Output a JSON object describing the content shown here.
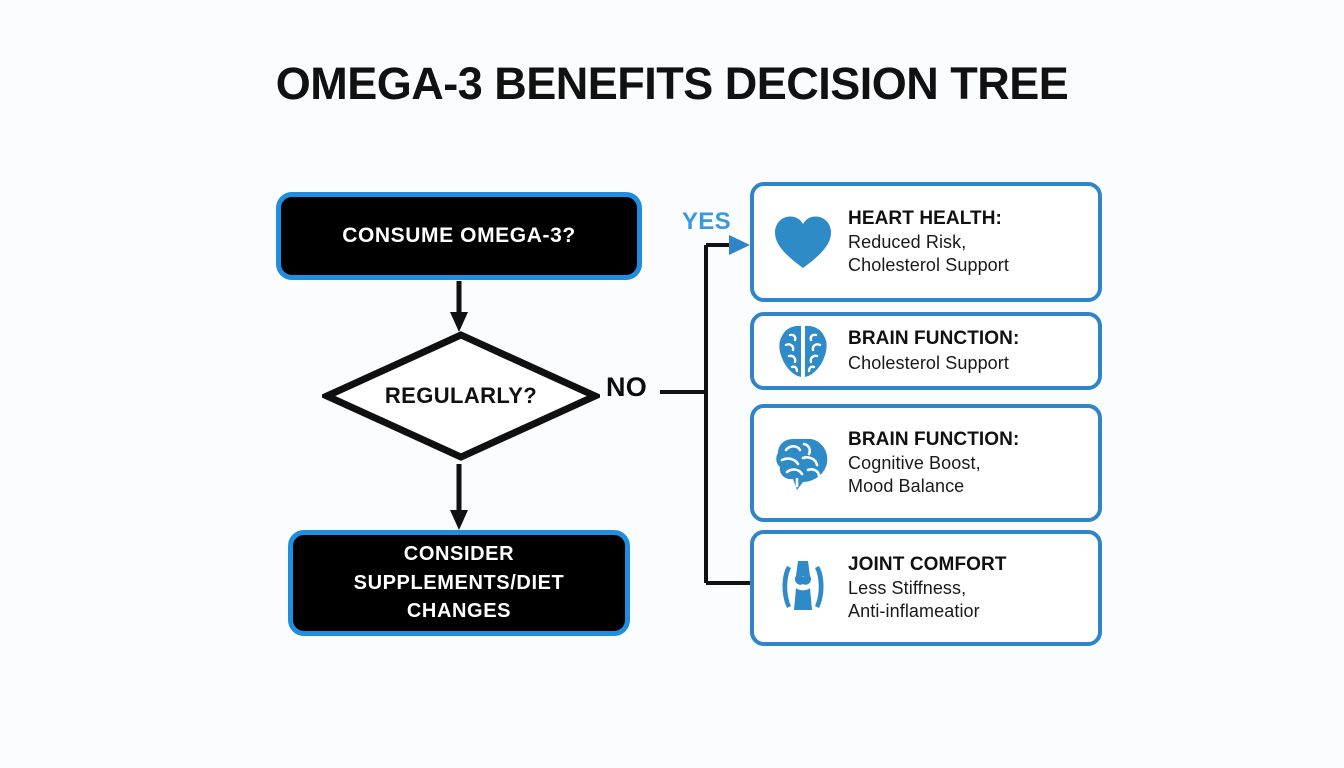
{
  "title": "OMEGA-3 BENEFITS DECISION TREE",
  "colors": {
    "background": "#fbfcfd",
    "node_border_blue": "#1f8de0",
    "card_border_blue": "#2f85c8",
    "icon_blue": "#2e8bc8",
    "yes_label_blue": "#3a9ad9",
    "node_fill": "#000000",
    "connector_black": "#111111"
  },
  "flow": {
    "start_node": {
      "label": "CONSUME OMEGA-3?"
    },
    "decision_node": {
      "label": "REGULARLY?"
    },
    "outcome_node": {
      "line1": "CONSIDER",
      "line2": "SUPPLEMENTS/DIET",
      "line3": "CHANGES"
    },
    "branches": {
      "yes_label": "YES",
      "no_label": "NO"
    }
  },
  "benefits": [
    {
      "icon": "heart-icon",
      "heading": "HEART HEALTH:",
      "line1": "Reduced Risk,",
      "line2": "Cholesterol Support"
    },
    {
      "icon": "brain-top-icon",
      "heading": "BRAIN FUNCTION:",
      "line1": "Cholesterol Support",
      "line2": ""
    },
    {
      "icon": "brain-side-icon",
      "heading": "BRAIN FUNCTION:",
      "line1": "Cognitive Boost,",
      "line2": "Mood Balance"
    },
    {
      "icon": "knee-joint-icon",
      "heading": "JOINT COMFORT",
      "line1": "Less Stiffness,",
      "line2": "Anti-inflameatior"
    }
  ]
}
